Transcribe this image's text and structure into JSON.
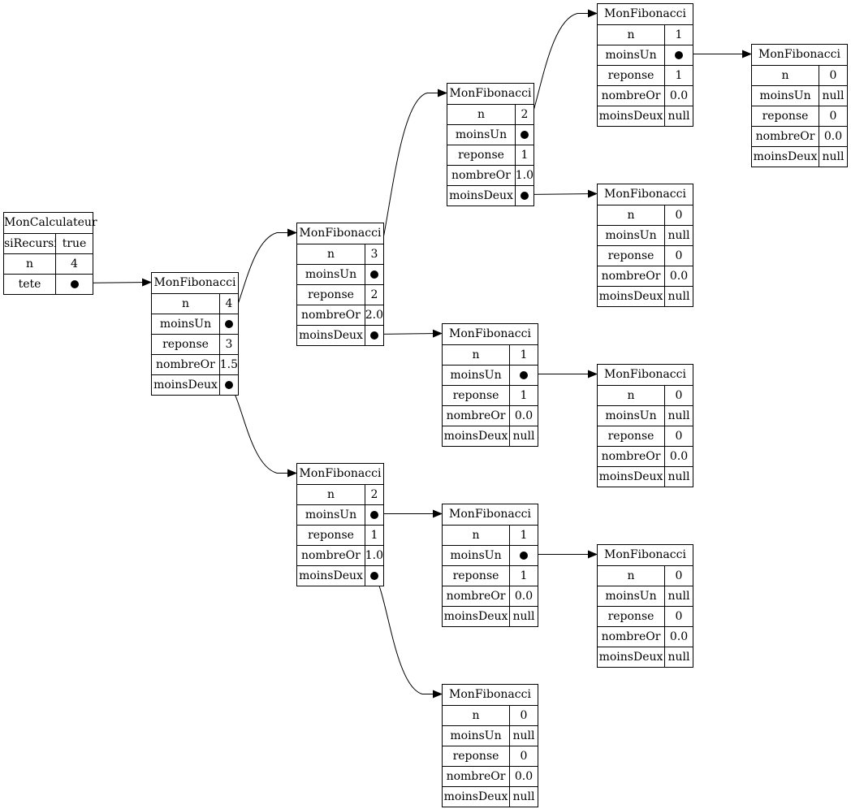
{
  "diagram": {
    "nodes": [
      {
        "id": "calc",
        "title": "MonCalculateur",
        "fields": [
          {
            "label": "siRecursif",
            "value": "true"
          },
          {
            "label": "n",
            "value": "4"
          },
          {
            "label": "tete",
            "ref": "f4"
          }
        ]
      },
      {
        "id": "f4",
        "title": "MonFibonacci",
        "fields": [
          {
            "label": "n",
            "value": "4"
          },
          {
            "label": "moinsUn",
            "ref": "f3"
          },
          {
            "label": "reponse",
            "value": "3"
          },
          {
            "label": "nombreOr",
            "value": "1.5"
          },
          {
            "label": "moinsDeux",
            "ref": "f2b"
          }
        ]
      },
      {
        "id": "f3",
        "title": "MonFibonacci",
        "fields": [
          {
            "label": "n",
            "value": "3"
          },
          {
            "label": "moinsUn",
            "ref": "f2a"
          },
          {
            "label": "reponse",
            "value": "2"
          },
          {
            "label": "nombreOr",
            "value": "2.0"
          },
          {
            "label": "moinsDeux",
            "ref": "f1b"
          }
        ]
      },
      {
        "id": "f2a",
        "title": "MonFibonacci",
        "fields": [
          {
            "label": "n",
            "value": "2"
          },
          {
            "label": "moinsUn",
            "ref": "f1a"
          },
          {
            "label": "reponse",
            "value": "1"
          },
          {
            "label": "nombreOr",
            "value": "1.0"
          },
          {
            "label": "moinsDeux",
            "ref": "f0b"
          }
        ]
      },
      {
        "id": "f1a",
        "title": "MonFibonacci",
        "fields": [
          {
            "label": "n",
            "value": "1"
          },
          {
            "label": "moinsUn",
            "ref": "f0a"
          },
          {
            "label": "reponse",
            "value": "1"
          },
          {
            "label": "nombreOr",
            "value": "0.0"
          },
          {
            "label": "moinsDeux",
            "value": "null"
          }
        ]
      },
      {
        "id": "f0a",
        "title": "MonFibonacci",
        "fields": [
          {
            "label": "n",
            "value": "0"
          },
          {
            "label": "moinsUn",
            "value": "null"
          },
          {
            "label": "reponse",
            "value": "0"
          },
          {
            "label": "nombreOr",
            "value": "0.0"
          },
          {
            "label": "moinsDeux",
            "value": "null"
          }
        ]
      },
      {
        "id": "f0b",
        "title": "MonFibonacci",
        "fields": [
          {
            "label": "n",
            "value": "0"
          },
          {
            "label": "moinsUn",
            "value": "null"
          },
          {
            "label": "reponse",
            "value": "0"
          },
          {
            "label": "nombreOr",
            "value": "0.0"
          },
          {
            "label": "moinsDeux",
            "value": "null"
          }
        ]
      },
      {
        "id": "f1b",
        "title": "MonFibonacci",
        "fields": [
          {
            "label": "n",
            "value": "1"
          },
          {
            "label": "moinsUn",
            "ref": "f0c"
          },
          {
            "label": "reponse",
            "value": "1"
          },
          {
            "label": "nombreOr",
            "value": "0.0"
          },
          {
            "label": "moinsDeux",
            "value": "null"
          }
        ]
      },
      {
        "id": "f0c",
        "title": "MonFibonacci",
        "fields": [
          {
            "label": "n",
            "value": "0"
          },
          {
            "label": "moinsUn",
            "value": "null"
          },
          {
            "label": "reponse",
            "value": "0"
          },
          {
            "label": "nombreOr",
            "value": "0.0"
          },
          {
            "label": "moinsDeux",
            "value": "null"
          }
        ]
      },
      {
        "id": "f2b",
        "title": "MonFibonacci",
        "fields": [
          {
            "label": "n",
            "value": "2"
          },
          {
            "label": "moinsUn",
            "ref": "f1c"
          },
          {
            "label": "reponse",
            "value": "1"
          },
          {
            "label": "nombreOr",
            "value": "1.0"
          },
          {
            "label": "moinsDeux",
            "ref": "f0e"
          }
        ]
      },
      {
        "id": "f1c",
        "title": "MonFibonacci",
        "fields": [
          {
            "label": "n",
            "value": "1"
          },
          {
            "label": "moinsUn",
            "ref": "f0d"
          },
          {
            "label": "reponse",
            "value": "1"
          },
          {
            "label": "nombreOr",
            "value": "0.0"
          },
          {
            "label": "moinsDeux",
            "value": "null"
          }
        ]
      },
      {
        "id": "f0d",
        "title": "MonFibonacci",
        "fields": [
          {
            "label": "n",
            "value": "0"
          },
          {
            "label": "moinsUn",
            "value": "null"
          },
          {
            "label": "reponse",
            "value": "0"
          },
          {
            "label": "nombreOr",
            "value": "0.0"
          },
          {
            "label": "moinsDeux",
            "value": "null"
          }
        ]
      },
      {
        "id": "f0e",
        "title": "MonFibonacci",
        "fields": [
          {
            "label": "n",
            "value": "0"
          },
          {
            "label": "moinsUn",
            "value": "null"
          },
          {
            "label": "reponse",
            "value": "0"
          },
          {
            "label": "nombreOr",
            "value": "0.0"
          },
          {
            "label": "moinsDeux",
            "value": "null"
          }
        ]
      }
    ]
  }
}
